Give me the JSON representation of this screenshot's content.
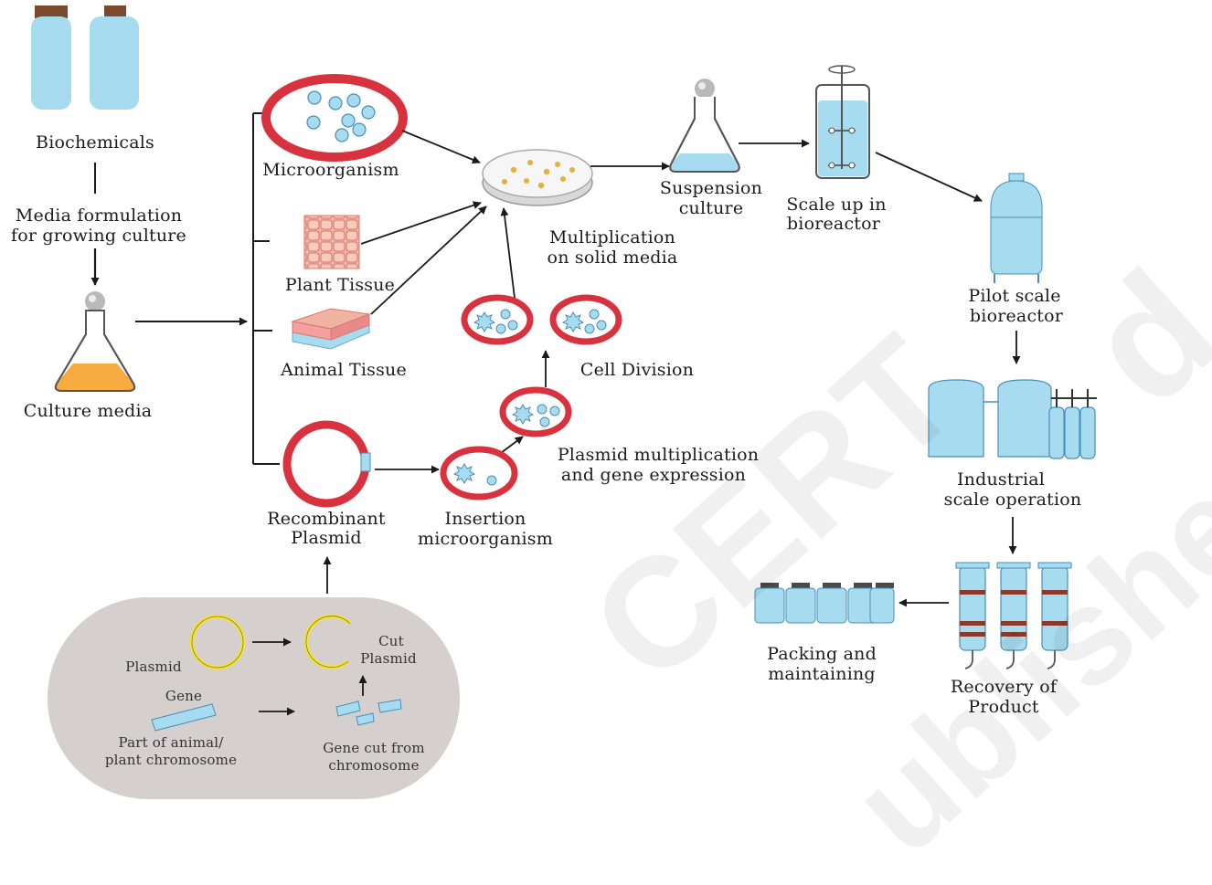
{
  "labels": {
    "biochemicals": "Biochemicals",
    "media_formulation_1": "Media formulation",
    "media_formulation_2": "for growing culture",
    "culture_media": "Culture media",
    "microorganism": "Microorganism",
    "plant_tissue": "Plant Tissue",
    "animal_tissue": "Animal Tissue",
    "recombinant_1": "Recombinant",
    "recombinant_2": "Plasmid",
    "multiplication_1": "Multiplication",
    "multiplication_2": "on solid media",
    "cell_division": "Cell Division",
    "plasmid_mult_1": "Plasmid multiplication",
    "plasmid_mult_2": "and gene expression",
    "insertion_1": "Insertion",
    "insertion_2": "microorganism",
    "suspension_1": "Suspension",
    "suspension_2": "culture",
    "scaleup_1": "Scale up in",
    "scaleup_2": "bioreactor",
    "pilot_1": "Pilot scale",
    "pilot_2": "bioreactor",
    "industrial_1": "Industrial",
    "industrial_2": "scale operation",
    "packing_1": "Packing and",
    "packing_2": "maintaining",
    "recovery_1": "Recovery of",
    "recovery_2": "Product",
    "plasmid": "Plasmid",
    "cut_1": "Cut",
    "cut_2": "Plasmid",
    "gene": "Gene",
    "part_animal_1": "Part of animal/",
    "part_animal_2": "plant chromosome",
    "gene_cut_1": "Gene cut from",
    "gene_cut_2": "chromosome"
  },
  "watermark": {
    "text_1": "CERT",
    "text_2": "ublished",
    "text_3": "d"
  },
  "colors": {
    "liquid_blue": "#a7dbf0",
    "cell_red": "#d7323d",
    "plasmid_yellow": "#f2e13a",
    "culture_orange": "#f5ab3f",
    "panel_gray": "#d5cfcd",
    "arrow": "#1a1a1a"
  }
}
